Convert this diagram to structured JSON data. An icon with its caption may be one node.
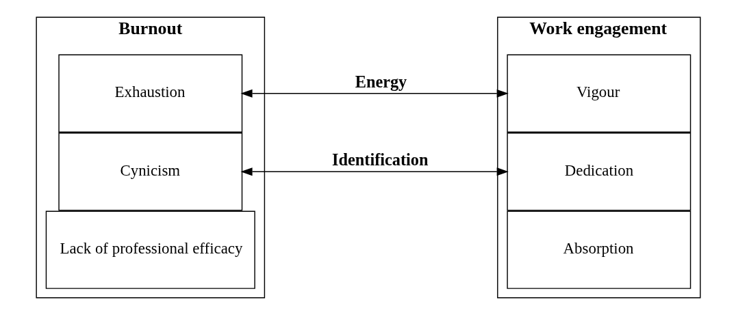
{
  "diagram": {
    "nodes": [
      {
        "text": [
          "Burnout"
        ]
      },
      {
        "text": [
          "Exhaustion"
        ],
        "in": 0
      },
      {
        "text": [
          "Cynicism"
        ],
        "in": 0
      },
      {
        "text": [
          "Lack of professional efficacy"
        ],
        "in": 0
      },
      {
        "text": [
          "Work engagement"
        ]
      },
      {
        "text": [
          "Vigour"
        ],
        "in": 4
      },
      {
        "text": [
          "Dedication"
        ],
        "in": 4
      },
      {
        "text": [
          "Absorption"
        ],
        "in": 4
      }
    ],
    "edges": [
      {
        "from": 1,
        "to": 5,
        "arrow": "both",
        "label": "Energy"
      },
      {
        "from": 2,
        "to": 6,
        "arrow": "both",
        "label": "Identification"
      }
    ]
  }
}
